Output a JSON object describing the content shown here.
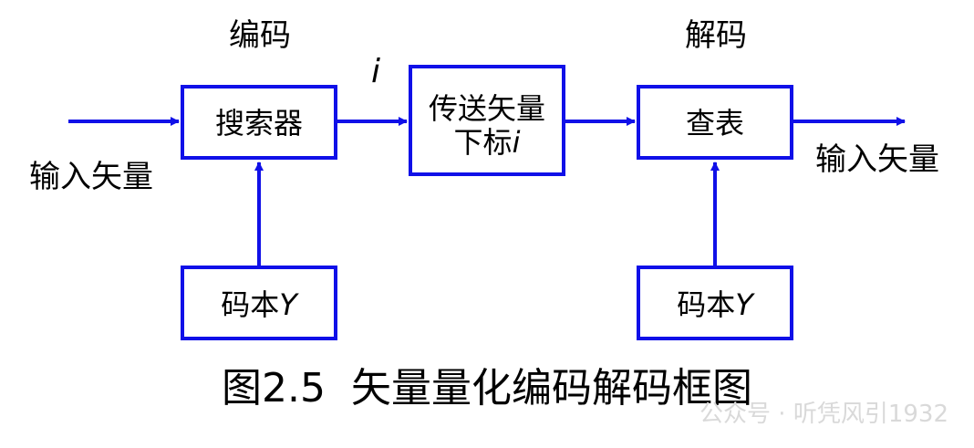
{
  "colors": {
    "line": "#1010e8",
    "text": "#000000",
    "watermark": "#d0d0d0"
  },
  "labels": {
    "encode": "编码",
    "decode": "解码",
    "index_symbol": "i",
    "input_vector_left": "输入矢量",
    "input_vector_right": "输入矢量"
  },
  "boxes": {
    "searcher": "搜索器",
    "transmit_line1": "传送矢量",
    "transmit_line2_prefix": "下标",
    "transmit_line2_symbol": "i",
    "lookup": "查表",
    "codebook_left_prefix": "码本",
    "codebook_left_symbol": "Y",
    "codebook_right_prefix": "码本",
    "codebook_right_symbol": "Y"
  },
  "caption": "图2.5  矢量量化编码解码框图",
  "watermark": "公众号 · 听凭风引1932"
}
